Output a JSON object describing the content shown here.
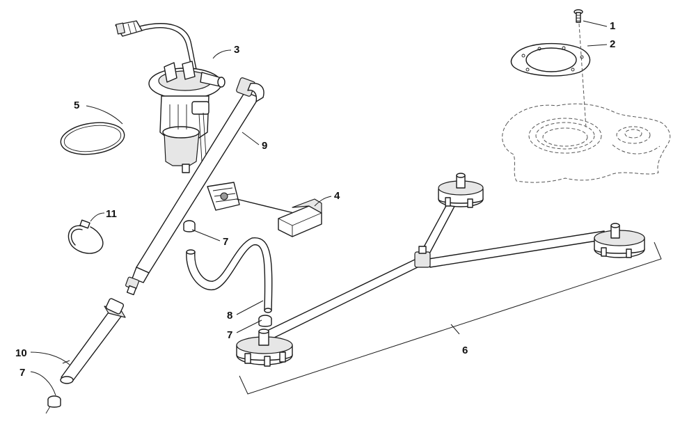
{
  "callouts": {
    "c1": "1",
    "c2": "2",
    "c3": "3",
    "c4": "4",
    "c5": "5",
    "c6": "6",
    "c7a": "7",
    "c7b": "7",
    "c7c": "7",
    "c8": "8",
    "c9": "9",
    "c10": "10",
    "c11": "11"
  },
  "colors": {
    "line": "#1a1a1a",
    "background": "#ffffff",
    "shade": "#e6e6e6"
  }
}
